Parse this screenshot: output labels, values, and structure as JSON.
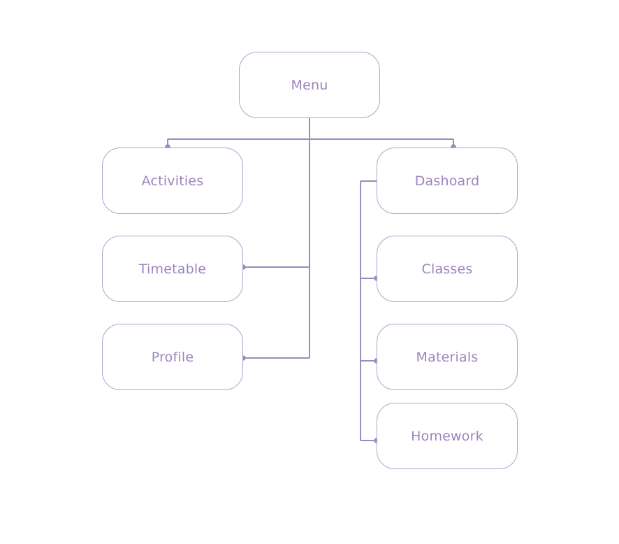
{
  "colors": {
    "line": "#9a8bc0",
    "dot": "#9a8bc0",
    "node_border": "#aba6cc",
    "node_text": "#9c84be"
  },
  "nodes": {
    "menu": "Menu",
    "activities": "Activities",
    "timetable": "Timetable",
    "profile": "Profile",
    "dashboard": "Dashoard",
    "classes": "Classes",
    "materials": "Materials",
    "homework": "Homework"
  }
}
